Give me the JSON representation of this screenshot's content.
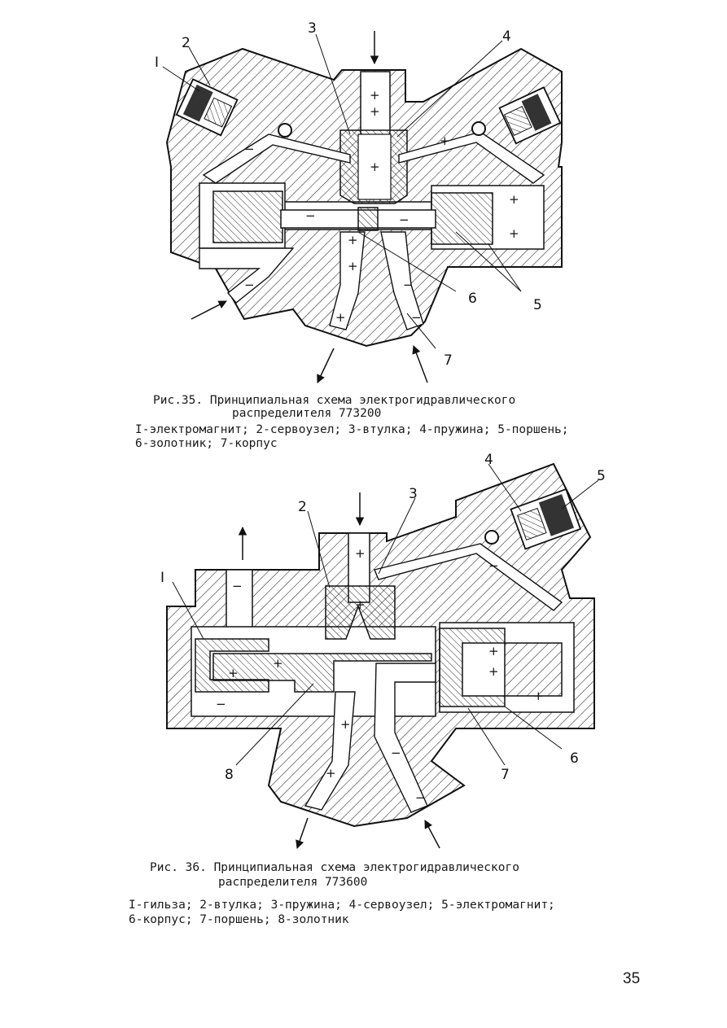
{
  "figure35": {
    "caption_line1": "Рис.35. Принципиальная схема электрогидравлического",
    "caption_line2": "распределителя 773200",
    "legend_line1": "I-электромагнит; 2-сервоузел; 3-втулка; 4-пружина; 5-поршень;",
    "legend_line2": "6-золотник; 7-корпус",
    "callouts": [
      "I",
      "2",
      "3",
      "4",
      "5",
      "6",
      "7"
    ]
  },
  "figure36": {
    "caption_line1": "Рис. 36. Принципиальная схема электрогидравлического",
    "caption_line2": "распределителя 773600",
    "legend_line1": "I-гильза; 2-втулка; 3-пружина; 4-сервоузел; 5-электромагнит;",
    "legend_line2": "6-корпус; 7-поршень; 8-золотник",
    "callouts": [
      "I",
      "2",
      "3",
      "4",
      "5",
      "6",
      "7",
      "8"
    ]
  },
  "signs": {
    "plus": "+",
    "minus": "−"
  },
  "page_number": "35"
}
